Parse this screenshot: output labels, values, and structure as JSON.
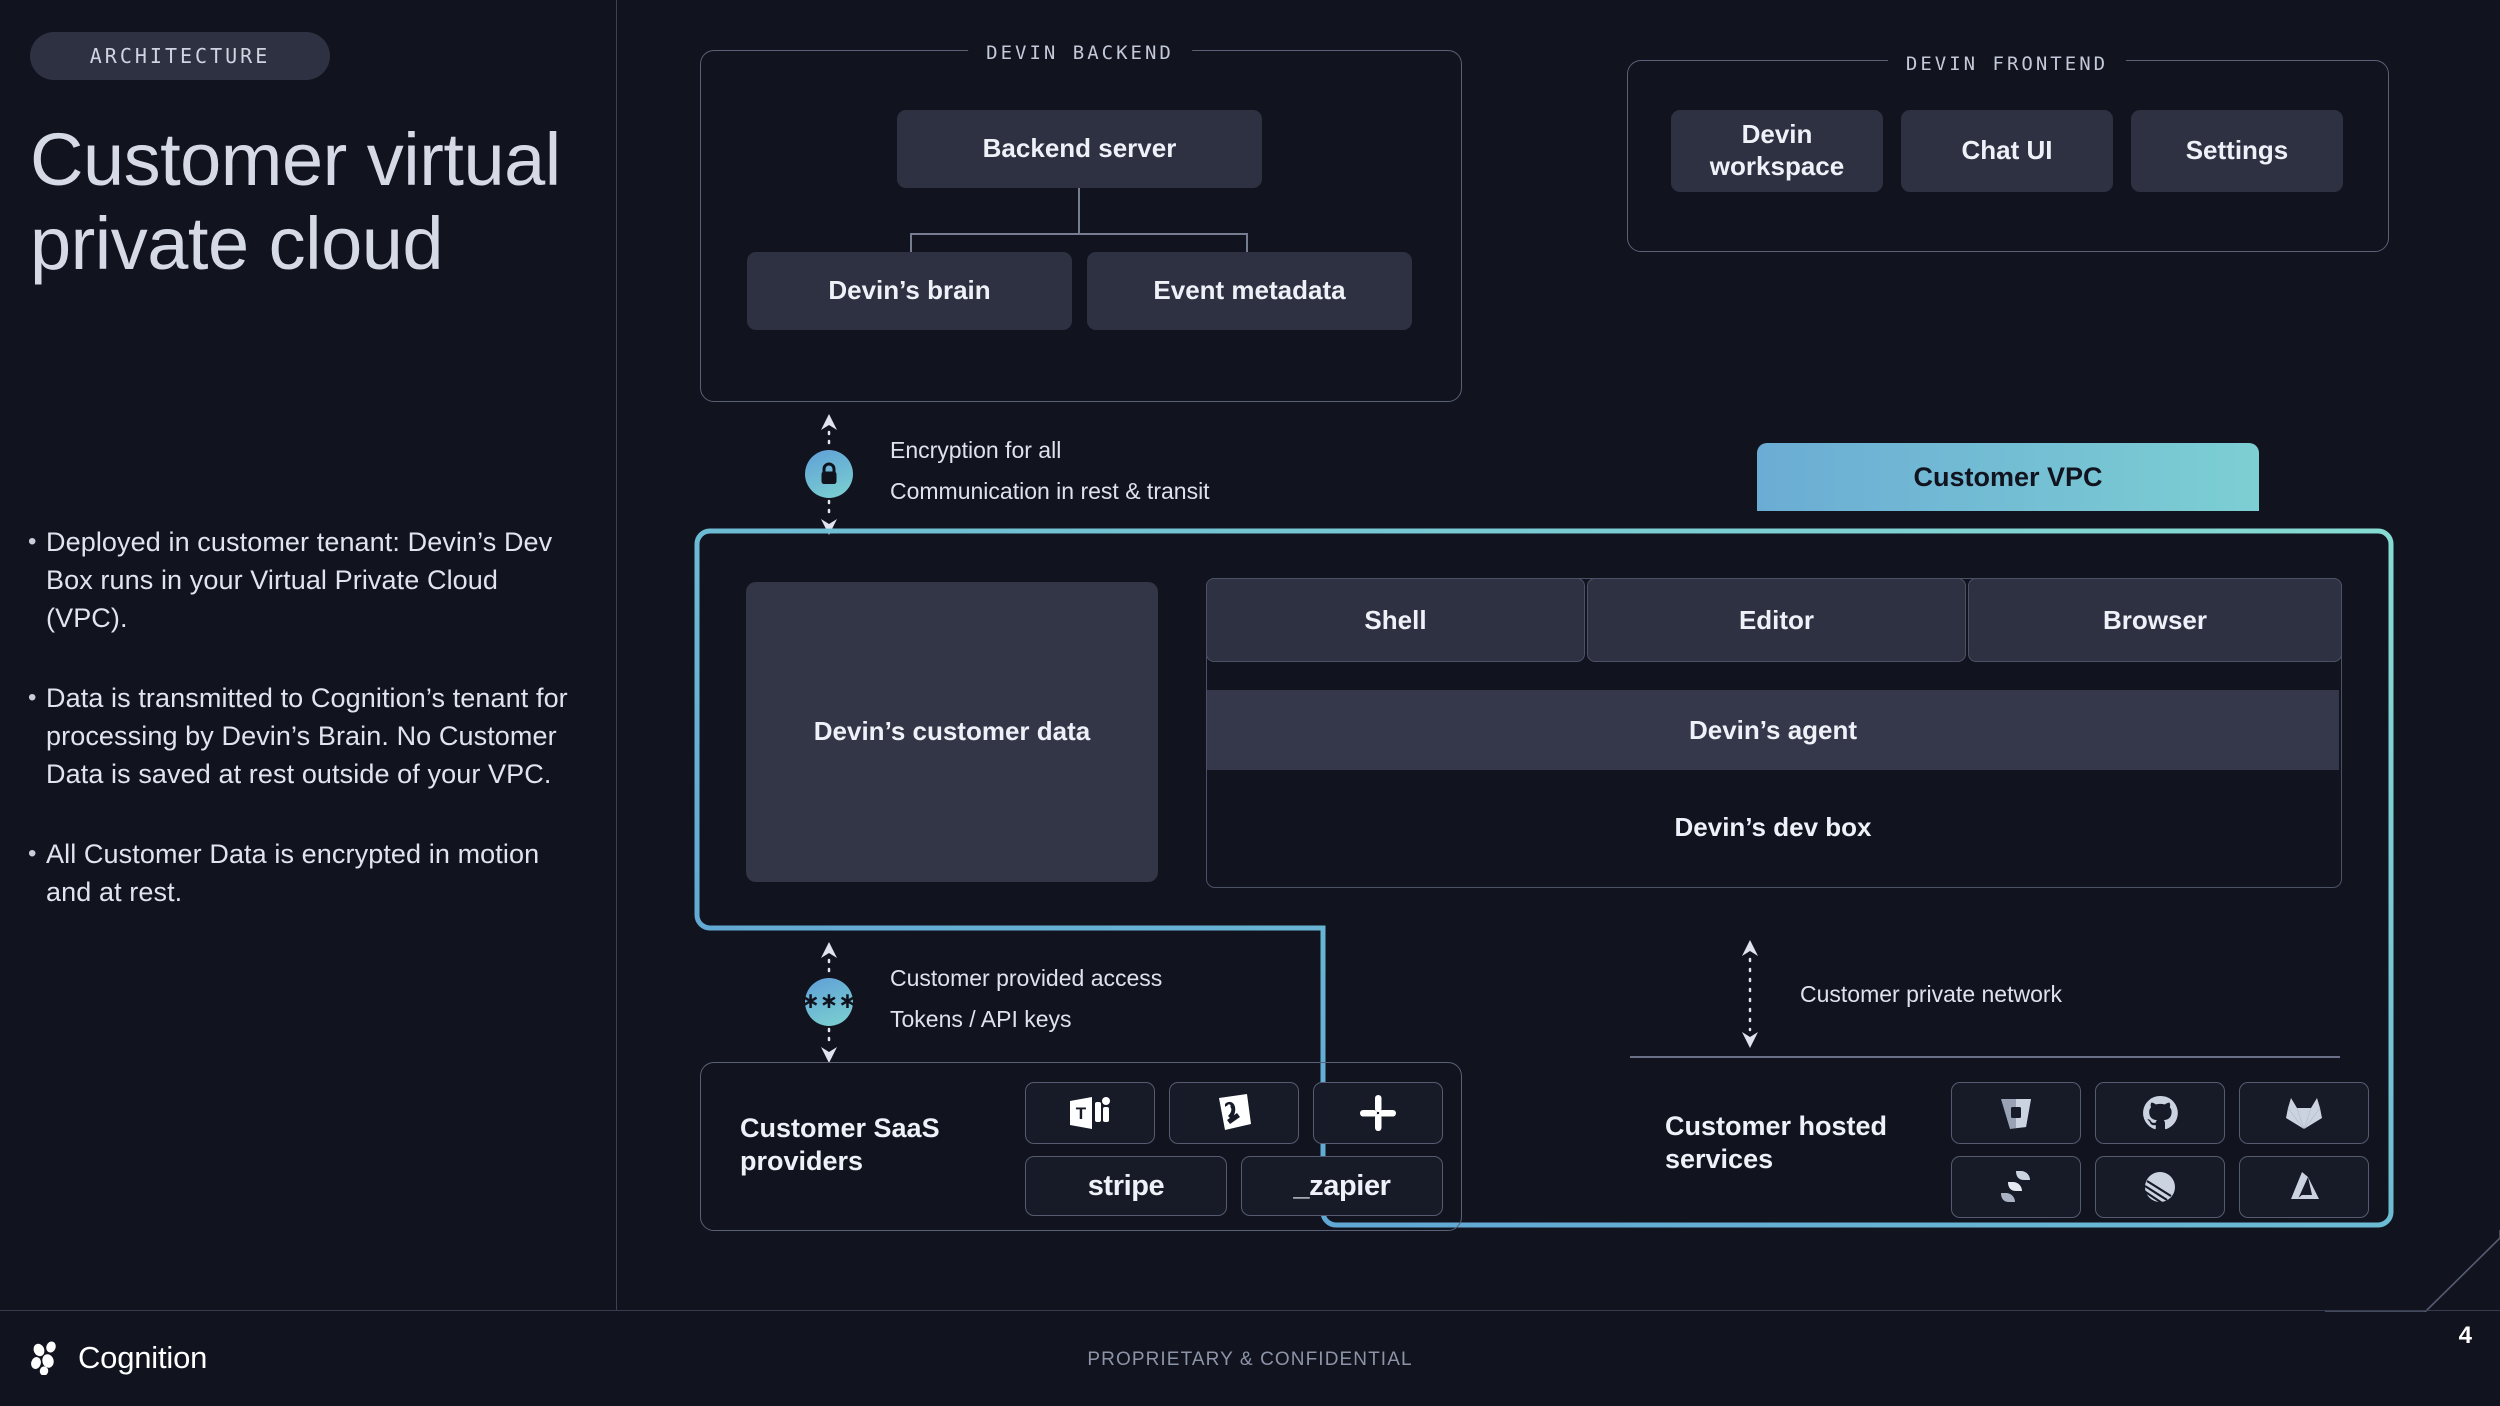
{
  "slide": {
    "eyebrow": "ARCHITECTURE",
    "title": "Customer virtual private cloud",
    "bullets": [
      "Deployed in customer tenant: Devin’s Dev Box runs in your Virtual Private Cloud (VPC).",
      "Data is transmitted to Cognition’s tenant for processing by Devin’s Brain. No Customer Data is saved at rest outside of your VPC.",
      "All Customer Data is encrypted in motion and at rest."
    ],
    "bullet_marker": "•"
  },
  "footer": {
    "brand": "Cognition",
    "confidential": "PROPRIETARY & CONFIDENTIAL",
    "page_number": "4"
  },
  "backend": {
    "legend": "DEVIN BACKEND",
    "nodes": [
      {
        "label": "Backend server"
      },
      {
        "label": "Devin’s brain"
      },
      {
        "label": "Event metadata"
      }
    ]
  },
  "frontend": {
    "legend": "DEVIN FRONTEND",
    "nodes": [
      {
        "label": "Devin workspace"
      },
      {
        "label": "Chat UI"
      },
      {
        "label": "Settings"
      }
    ]
  },
  "vpc": {
    "tab_label": "Customer VPC",
    "customer_data": "Devin’s customer data",
    "tabs": [
      {
        "label": "Shell"
      },
      {
        "label": "Editor"
      },
      {
        "label": "Browser"
      }
    ],
    "agent": "Devin’s agent",
    "devbox": "Devin’s dev box"
  },
  "annotations": [
    {
      "icon": "lock-icon",
      "line1": "Encryption for all",
      "line2": "Communication in rest & transit"
    },
    {
      "icon": "asterisks-icon",
      "glyph": "∗∗∗",
      "line1": "Customer provided access",
      "line2": "Tokens / API keys"
    },
    {
      "icon": "dotted-arrow-icon",
      "line1": "Customer private network",
      "line2": ""
    }
  ],
  "saas": {
    "label": "Customer SaaS providers",
    "items": [
      {
        "name": "microsoft-teams-logo",
        "kind": "icon"
      },
      {
        "name": "datadog-logo",
        "kind": "icon"
      },
      {
        "name": "slack-logo",
        "kind": "icon"
      },
      {
        "name": "stripe-logo",
        "kind": "text",
        "text": "stripe"
      },
      {
        "name": "zapier-logo",
        "kind": "text",
        "text": "_zapier"
      }
    ]
  },
  "hosted": {
    "label": "Customer hosted services",
    "items": [
      {
        "name": "bitbucket-logo"
      },
      {
        "name": "github-logo"
      },
      {
        "name": "gitlab-logo"
      },
      {
        "name": "jira-logo"
      },
      {
        "name": "sentry-logo"
      },
      {
        "name": "azure-devops-logo"
      }
    ]
  },
  "colors": {
    "background": "#11141f",
    "node": "#2e3141",
    "vpc_teal": "#7cd2cf",
    "vpc_blue": "#5b9bd5",
    "text": "#e8eaf0"
  }
}
